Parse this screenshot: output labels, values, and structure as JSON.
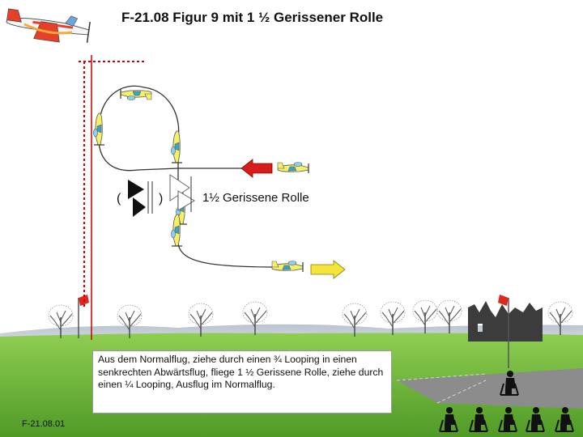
{
  "title": "F-21.08 Figur 9 mit 1 ½ Gerissener Rolle",
  "figure_label": "1½ Gerissene Rolle",
  "description": "Aus dem Normalflug, ziehe durch einen ¾ Looping in einen senkrechten Abwärtsflug, fliege 1 ½ Gerissene Rolle, ziehe durch einen ¼ Looping, Ausflug im Normalflug.",
  "figure_code": "F-21.08.01",
  "symbol_bracket_open": "(",
  "symbol_bracket_close": ")",
  "colors": {
    "entry_arrow": "#d81b1b",
    "exit_arrow": "#f3e53a",
    "flag": "#e0271b",
    "sky": "#ffffff",
    "grass": "#6fb53a",
    "runway": "#8c8c8c",
    "plane_body": "#f4f06a",
    "boundary_line": "#cc0000"
  },
  "icons": [
    "title-aircraft-icon",
    "plane-icon",
    "snap-roll-triangle-icon",
    "flag-icon",
    "tree-icon",
    "castle-ruin-icon",
    "pilot-icon",
    "judge-icon"
  ]
}
